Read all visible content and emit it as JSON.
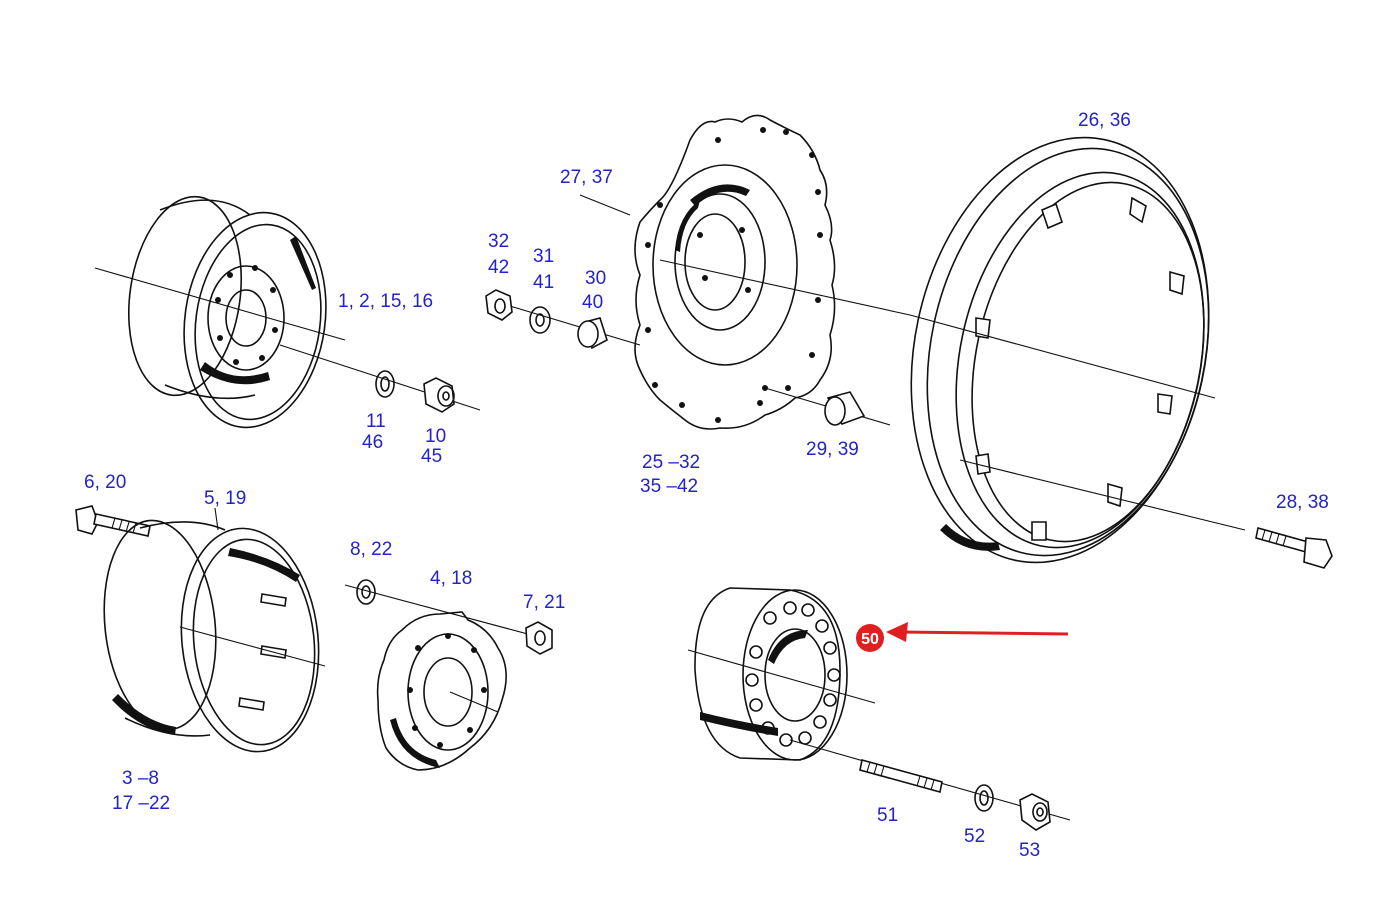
{
  "labels": {
    "l_1_2_15_16": "1, 2, 15, 16",
    "l_11": "11",
    "l_46": "46",
    "l_10": "10",
    "l_45": "45",
    "l_32": "32",
    "l_42a": "42",
    "l_31": "31",
    "l_41": "41",
    "l_30": "30",
    "l_40": "40",
    "l_27_37": "27, 37",
    "l_26_36": "26, 36",
    "l_25_32": "25 –32",
    "l_35_42": "35 –42",
    "l_29_39": "29, 39",
    "l_28_38": "28, 38",
    "l_6_20": "6, 20",
    "l_5_19": "5, 19",
    "l_8_22": "8, 22",
    "l_4_18": "4, 18",
    "l_7_21": "7, 21",
    "l_3_8": "3 –8",
    "l_17_22": "17 –22",
    "l_51": "51",
    "l_52": "52",
    "l_53": "53"
  },
  "highlight": {
    "label": "50",
    "marker_color": "#e02020",
    "arrow_color": "#e02020"
  },
  "colors": {
    "label_text": "#2323c8",
    "line_art": "#111111"
  }
}
